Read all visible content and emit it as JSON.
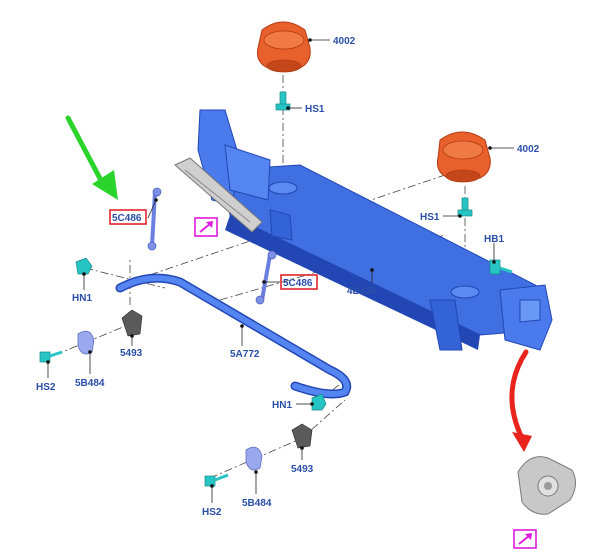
{
  "labels": {
    "top_4002": "4002",
    "top_hs1": "HS1",
    "right_4002": "4002",
    "right_hs1": "HS1",
    "hb1": "HB1",
    "link_left": "5C486",
    "link_mid": "5C486",
    "hn1_left": "HN1",
    "hn1_bottom": "HN1",
    "b5493_left": "5493",
    "b5493_bottom": "5493",
    "hs2_left": "HS2",
    "hs2_bottom": "HS2",
    "c5b484_left": "5B484",
    "c5b484_bottom": "5B484",
    "bar_5a772": "5A772",
    "axle_4b435": "4B435"
  },
  "colors": {
    "axle_blue": "#3f6fe0",
    "axle_dark": "#2247b5",
    "bumper_orange": "#e8602c",
    "bumper_dark": "#b33a12",
    "fastener_cyan": "#27c4c4",
    "label_blue": "#2a4fa8",
    "highlight_red": "#e0242c",
    "arrow_green": "#2bd42b",
    "arrow_red": "#e8241c",
    "link_magenta": "#e01ae0"
  },
  "icons": {
    "link_icon_left": "external-link-icon",
    "link_icon_bottom": "external-link-icon"
  }
}
